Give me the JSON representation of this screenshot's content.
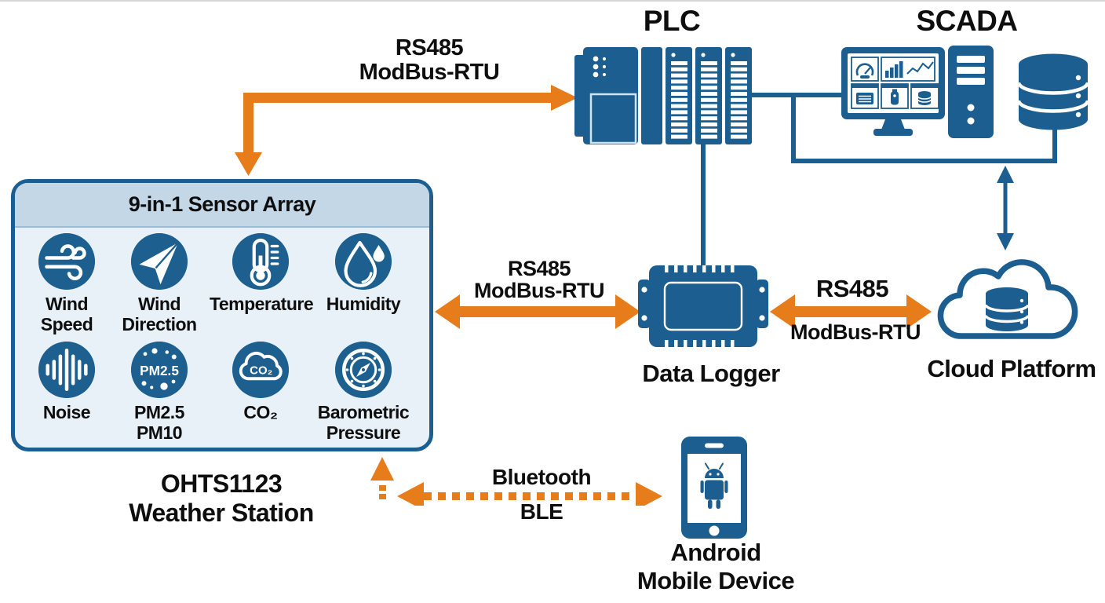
{
  "colors": {
    "accent_orange": "#e67c1a",
    "device_blue": "#1b5e8f",
    "icon_circle_blue": "#1d6090",
    "panel_header": "#c3d7e6",
    "panel_body": "#e9f1f8",
    "text": "#0e0e0e"
  },
  "top_link": {
    "line1": "RS485",
    "line2": "ModBus-RTU"
  },
  "plc": {
    "title": "PLC"
  },
  "scada": {
    "title": "SCADA"
  },
  "sensor_array": {
    "title": "9-in-1 Sensor Array",
    "sensors": [
      {
        "icon": "wind-speed-icon",
        "line1": "Wind",
        "line2": "Speed"
      },
      {
        "icon": "wind-direction-icon",
        "line1": "Wind",
        "line2": "Direction"
      },
      {
        "icon": "temperature-icon",
        "line1": "Temperature",
        "line2": ""
      },
      {
        "icon": "humidity-icon",
        "line1": "Humidity",
        "line2": ""
      },
      {
        "icon": "noise-icon",
        "line1": "Noise",
        "line2": ""
      },
      {
        "icon": "pm-icon",
        "line1": "PM2.5",
        "line2": "PM10",
        "icon_text": "PM2.5"
      },
      {
        "icon": "co2-icon",
        "line1": "CO₂",
        "line2": "",
        "icon_text": "CO₂"
      },
      {
        "icon": "barometric-icon",
        "line1": "Barometric",
        "line2": "Pressure"
      }
    ]
  },
  "station": {
    "line1": "OHTS1123",
    "line2": "Weather Station"
  },
  "logger_link": {
    "line1": "RS485",
    "line2": "ModBus-RTU"
  },
  "data_logger": {
    "label": "Data Logger"
  },
  "cloud_link": {
    "line1": "RS485",
    "line2": "ModBus-RTU"
  },
  "cloud": {
    "label": "Cloud Platform"
  },
  "ble_link": {
    "line1": "Bluetooth",
    "line2": "BLE"
  },
  "mobile": {
    "line1": "Android",
    "line2": "Mobile Device"
  }
}
